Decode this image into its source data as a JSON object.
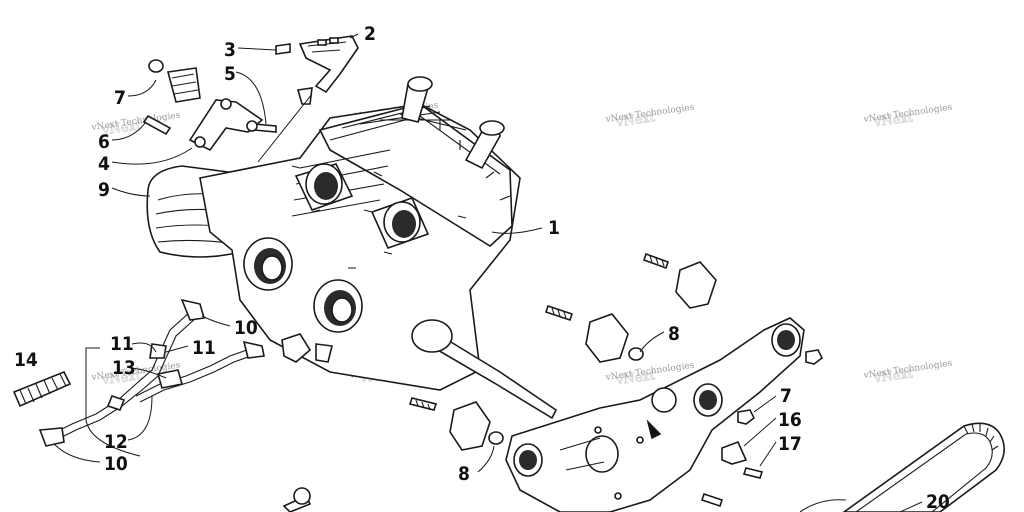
{
  "callouts": [
    "1",
    "2",
    "3",
    "4",
    "5",
    "6",
    "7",
    "7",
    "8",
    "8",
    "9",
    "10",
    "10",
    "11",
    "11",
    "12",
    "13",
    "14",
    "16",
    "17",
    "20"
  ],
  "watermark": "vNext Technologies"
}
